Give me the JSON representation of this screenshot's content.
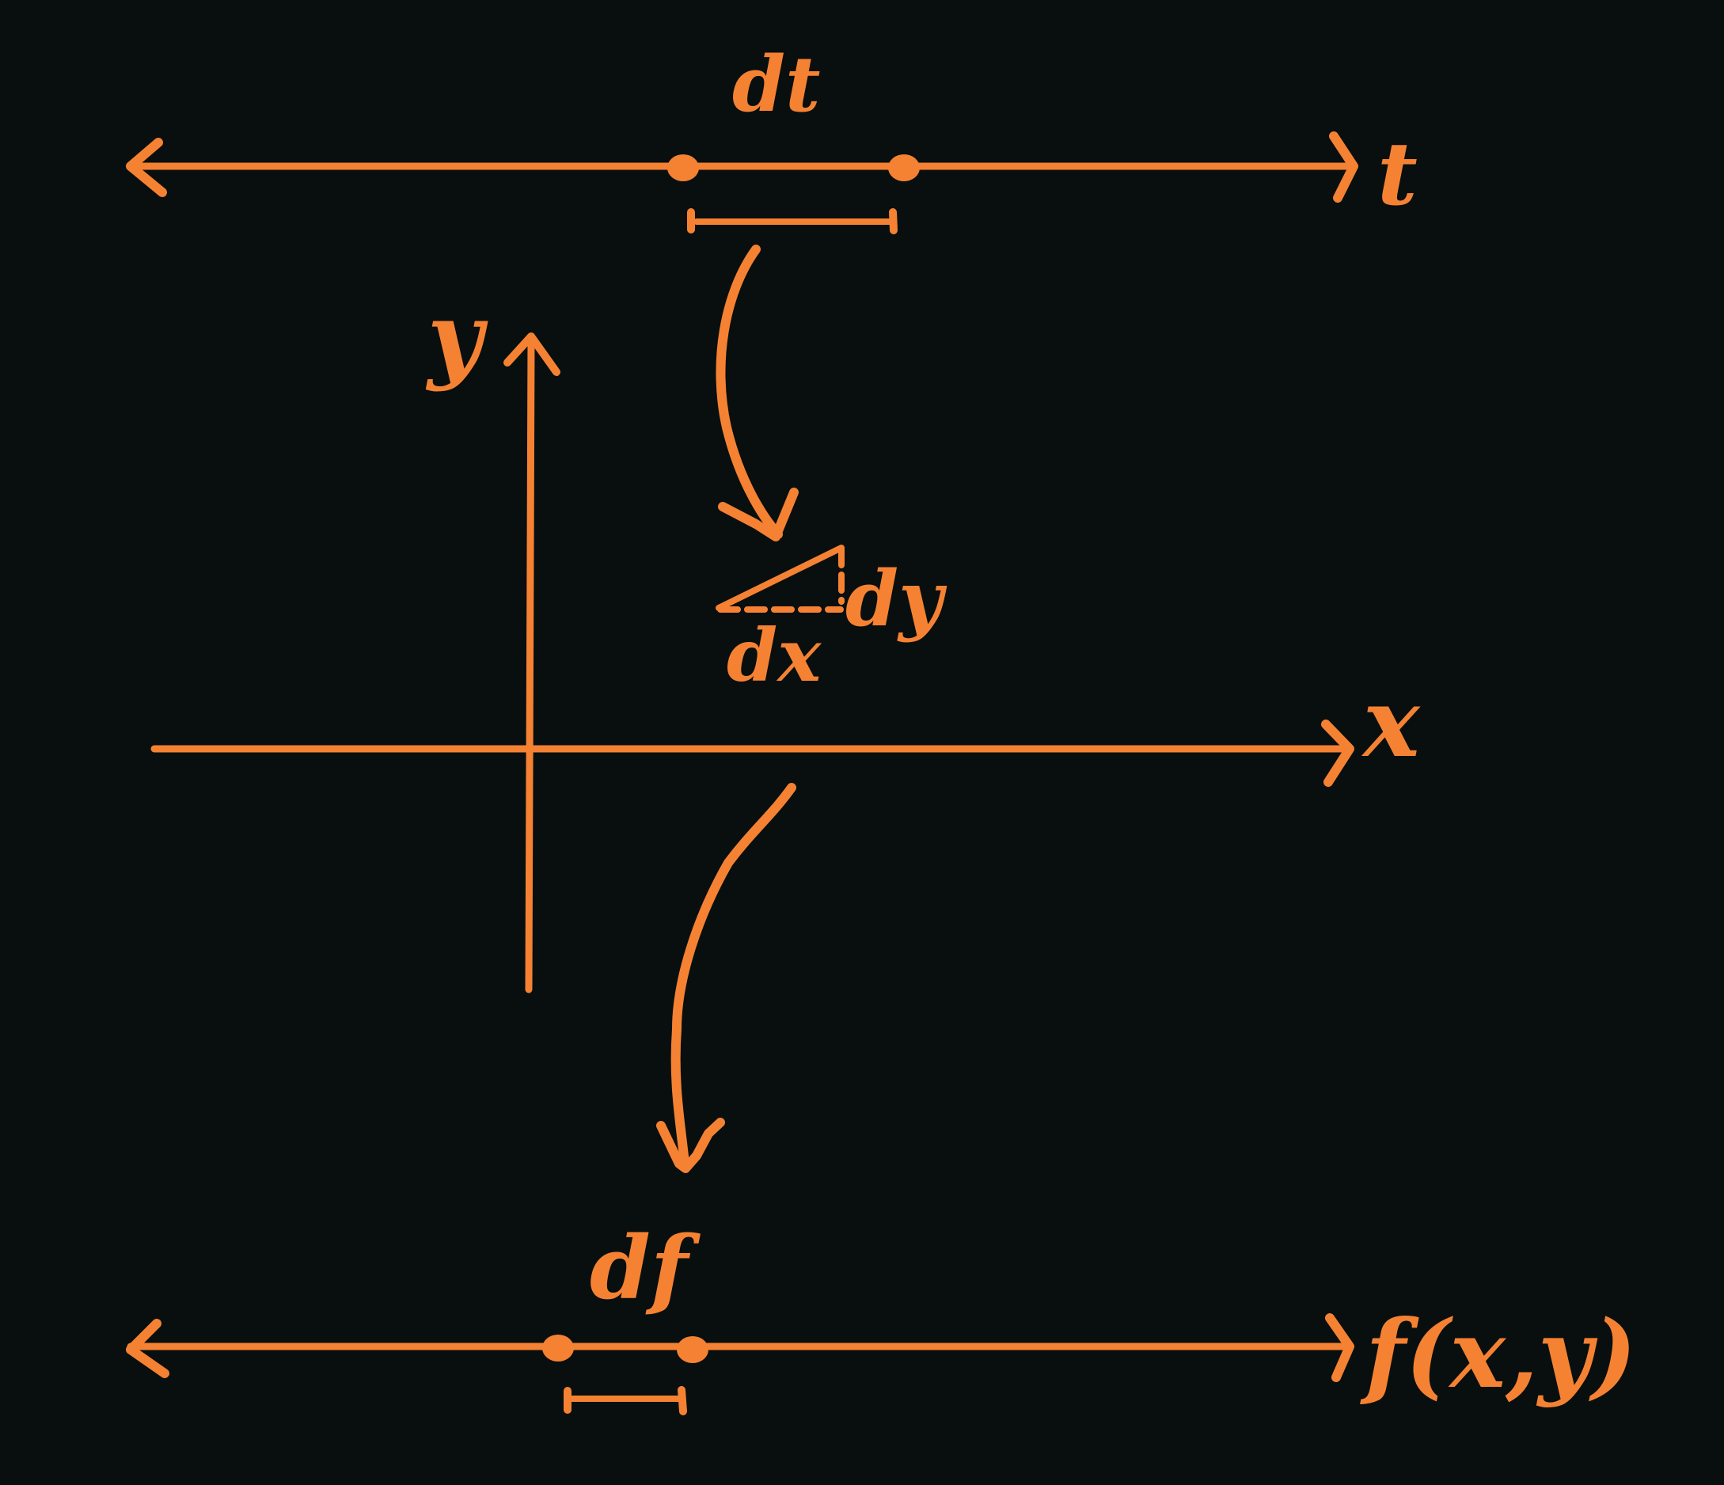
{
  "colors": {
    "background": "#090f0f",
    "ink": "#f58233"
  },
  "labels": {
    "t_axis": "t",
    "dt": "dt",
    "y_axis": "y",
    "x_axis": "x",
    "dy": "dy",
    "dx": "dx",
    "df": "df",
    "f_axis": "f(x,y)"
  }
}
